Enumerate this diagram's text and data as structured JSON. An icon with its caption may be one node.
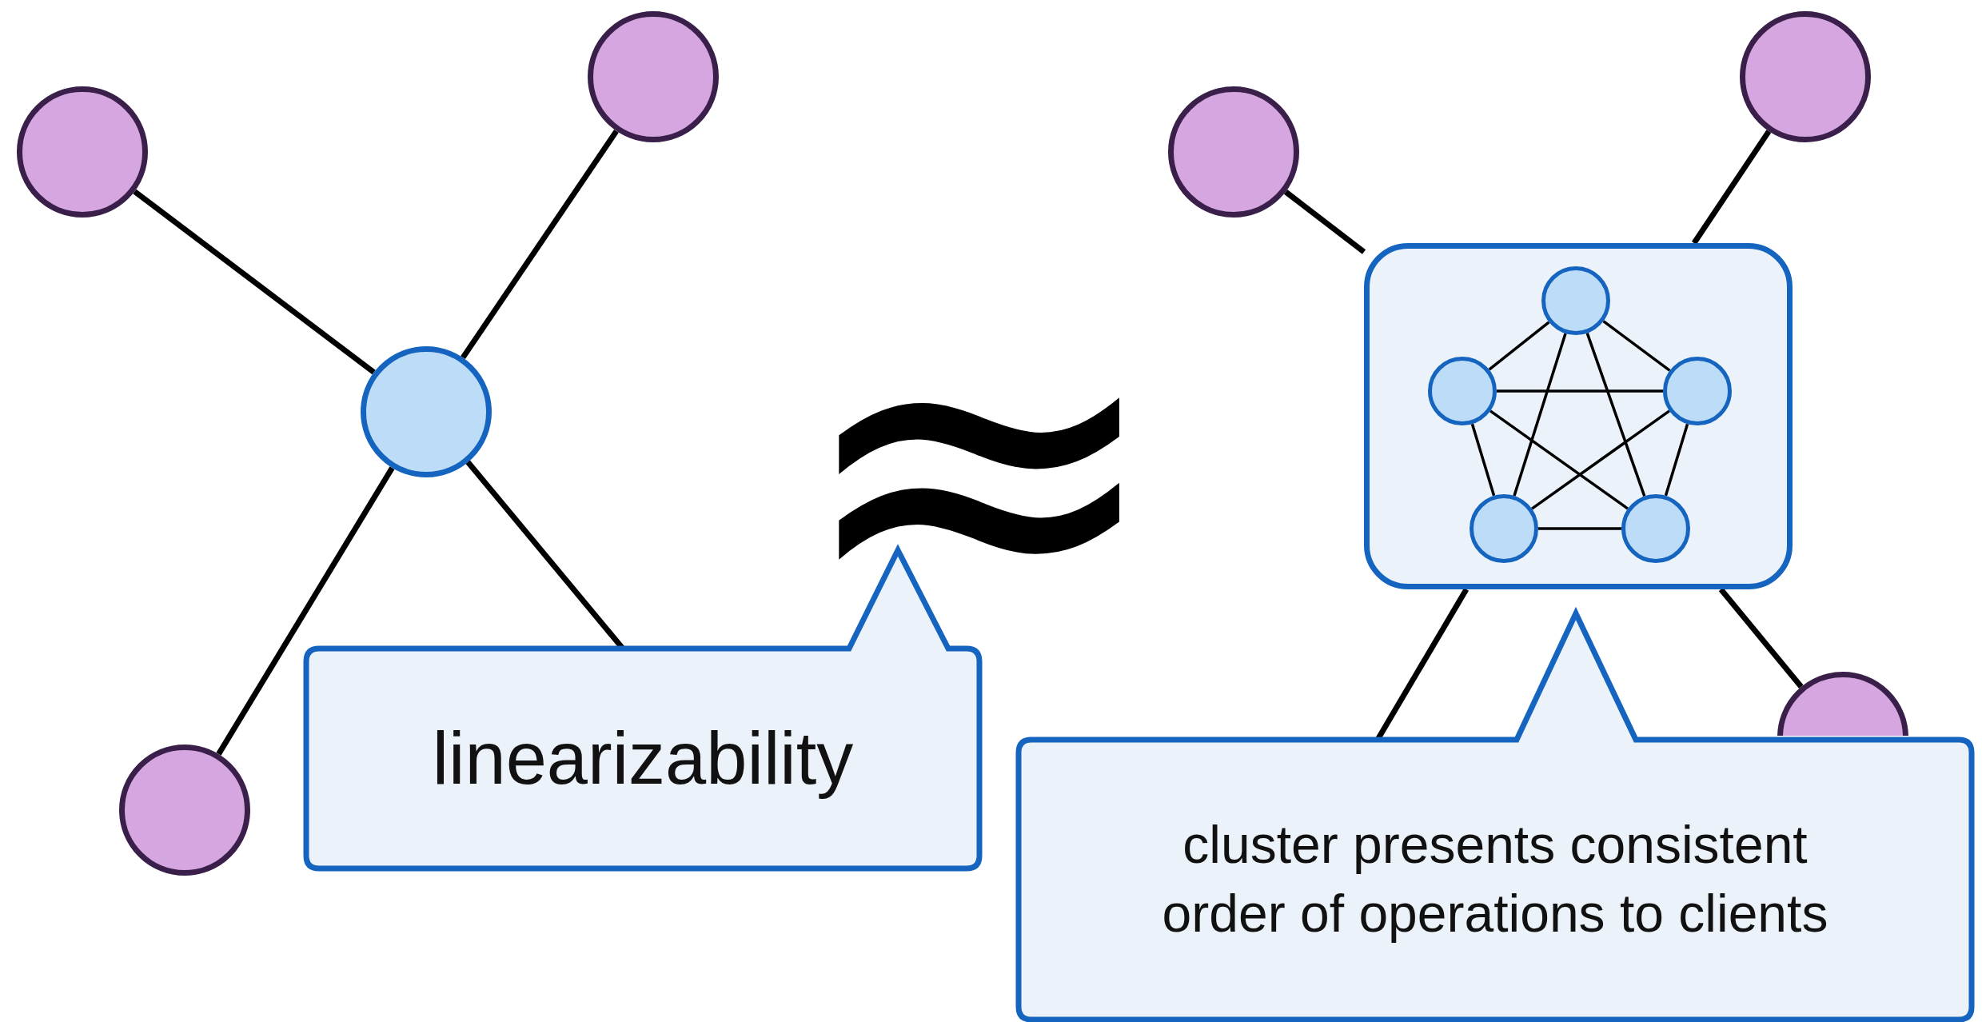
{
  "diagram": {
    "nodes": [
      {
        "text": [],
        "shape": "circle"
      },
      {
        "text": [],
        "shape": "circle"
      },
      {
        "text": [],
        "shape": "circle"
      },
      {
        "text": [],
        "shape": "circle"
      },
      {
        "text": [],
        "shape": "circle"
      },
      {
        "text": [],
        "shape": "circle"
      },
      {
        "text": [],
        "shape": "box"
      },
      {
        "text": [],
        "shape": "circle",
        "in": 6
      },
      {
        "text": [],
        "shape": "circle",
        "in": 6
      },
      {
        "text": [],
        "shape": "circle",
        "in": 6
      },
      {
        "text": [],
        "shape": "circle",
        "in": 6
      },
      {
        "text": [],
        "shape": "circle",
        "in": 6
      },
      {
        "text": [],
        "shape": "circle"
      },
      {
        "text": [
          "linearizability"
        ]
      },
      {
        "text": [
          "cluster presents consistent order of operations to clients"
        ]
      }
    ],
    "edges": [
      {
        "from": 0,
        "to": 2,
        "arrow": "none"
      },
      {
        "from": 1,
        "to": 2,
        "arrow": "none"
      },
      {
        "from": 2,
        "to": 3,
        "arrow": "none"
      },
      {
        "from": 2,
        "to": 13,
        "arrow": "none"
      },
      {
        "from": 4,
        "to": 6,
        "arrow": "none"
      },
      {
        "from": 5,
        "to": 6,
        "arrow": "none"
      },
      {
        "from": 6,
        "to": 12,
        "arrow": "none"
      },
      {
        "from": 6,
        "to": 14,
        "arrow": "none"
      },
      {
        "from": 7,
        "to": 8,
        "arrow": "none"
      },
      {
        "from": 7,
        "to": 9,
        "arrow": "none"
      },
      {
        "from": 7,
        "to": 10,
        "arrow": "none"
      },
      {
        "from": 7,
        "to": 11,
        "arrow": "none"
      },
      {
        "from": 8,
        "to": 9,
        "arrow": "none"
      },
      {
        "from": 8,
        "to": 10,
        "arrow": "none"
      },
      {
        "from": 8,
        "to": 11,
        "arrow": "none"
      },
      {
        "from": 9,
        "to": 10,
        "arrow": "none"
      },
      {
        "from": 9,
        "to": 11,
        "arrow": "none"
      },
      {
        "from": 10,
        "to": 11,
        "arrow": "none"
      }
    ],
    "labels": [
      "≈"
    ]
  }
}
